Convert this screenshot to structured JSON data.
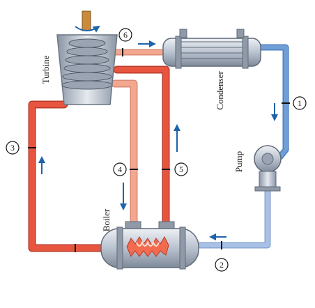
{
  "components": {
    "turbine": "Turbine",
    "condenser": "Condenser",
    "pump": "Pump",
    "boiler": "Boiler"
  },
  "state_points": [
    "1",
    "2",
    "3",
    "4",
    "5",
    "6"
  ],
  "colors": {
    "hot_pipe": "#e8553e",
    "warm_pipe": "#f3a78f",
    "cold_pipe": "#6f9fd6",
    "cool_pipe": "#a9c1e6",
    "flow_arrow": "#1e63ad",
    "equipment": "#b9c2cf",
    "heater_coil": "#f26b4f"
  },
  "icons": [
    "rotation-arrow-icon",
    "flow-arrow-icon",
    "heater-coil-icon"
  ]
}
